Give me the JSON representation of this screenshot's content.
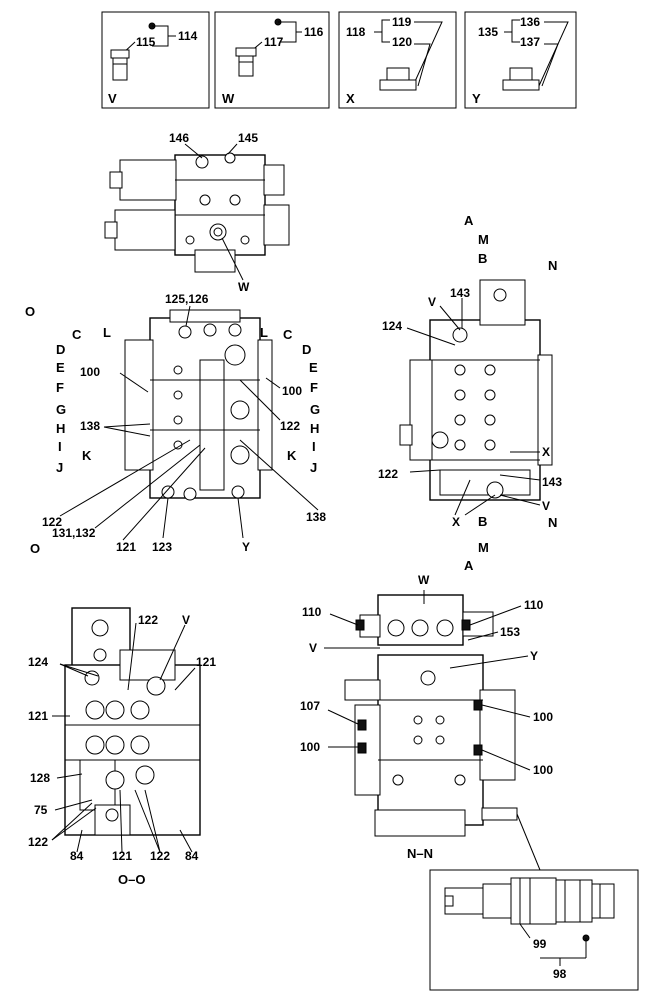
{
  "insets": [
    {
      "id": "V",
      "parts": [
        "115",
        "114"
      ],
      "letter": "V"
    },
    {
      "id": "W",
      "parts": [
        "117",
        "116"
      ],
      "letter": "W"
    },
    {
      "id": "X",
      "parts": [
        "118",
        "119",
        "120"
      ],
      "letter": "X"
    },
    {
      "id": "Y",
      "parts": [
        "135",
        "136",
        "137"
      ],
      "letter": "Y"
    }
  ],
  "top_view": {
    "labels": [
      "146",
      "145",
      "W"
    ]
  },
  "view_o": {
    "arrow_label": "O",
    "section_markers": [
      "C",
      "L",
      "L",
      "C",
      "D",
      "D",
      "E",
      "E",
      "F",
      "F",
      "G",
      "G",
      "H",
      "H",
      "I",
      "I",
      "J",
      "K",
      "K",
      "J",
      "O"
    ],
    "labels": [
      "125,126",
      "100",
      "100",
      "138",
      "122",
      "122",
      "131,132",
      "121",
      "123",
      "Y",
      "138"
    ]
  },
  "view_right": {
    "section_markers": [
      "A",
      "M",
      "B",
      "N",
      "B",
      "N",
      "M",
      "A"
    ],
    "labels": [
      "V",
      "143",
      "124",
      "122",
      "X",
      "143",
      "V",
      "X"
    ]
  },
  "view_oo": {
    "title": "O–O",
    "labels": [
      "122",
      "V",
      "124",
      "121",
      "121",
      "128",
      "75",
      "122",
      "84",
      "121",
      "122",
      "84"
    ]
  },
  "view_nn": {
    "title": "N–N",
    "labels": [
      "W",
      "110",
      "110",
      "153",
      "V",
      "Y",
      "107",
      "100",
      "100",
      "100"
    ]
  },
  "detail": {
    "labels": [
      "99",
      "98"
    ]
  }
}
